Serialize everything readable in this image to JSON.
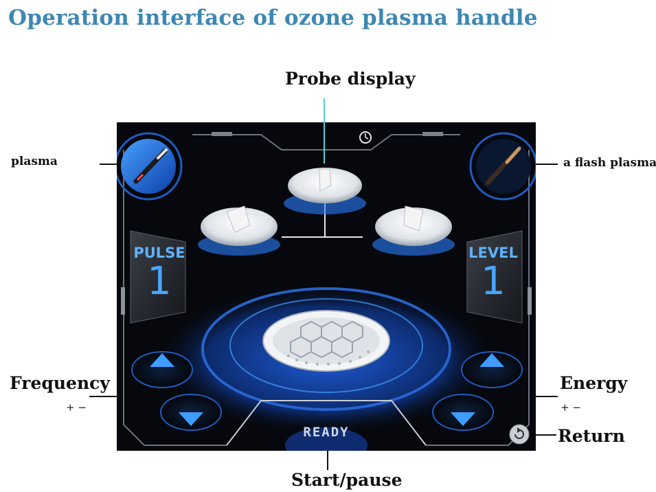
{
  "page_title": "Operation interface of ozone plasma handle",
  "callouts": {
    "probe_display": "Probe display",
    "plasma": "plasma",
    "flash_plasma": "a flash plasma",
    "frequency": "Frequency",
    "frequency_pm": "+ −",
    "energy": "Energy",
    "energy_pm": "+ −",
    "return": "Return",
    "start_pause": "Start/pause"
  },
  "screen": {
    "pulse_label": "PULSE",
    "pulse_value": "1",
    "level_label": "LEVEL",
    "level_value": "1",
    "status": "READY"
  },
  "icons": {
    "timer": "clock-icon",
    "return": "return-icon",
    "up": "triangle-up-icon",
    "down": "triangle-down-icon"
  },
  "colors": {
    "title": "#3d87b3",
    "accent_blue": "#3f9dff",
    "screen_bg": "#06080d",
    "leader_cyan": "#56d0d8"
  }
}
